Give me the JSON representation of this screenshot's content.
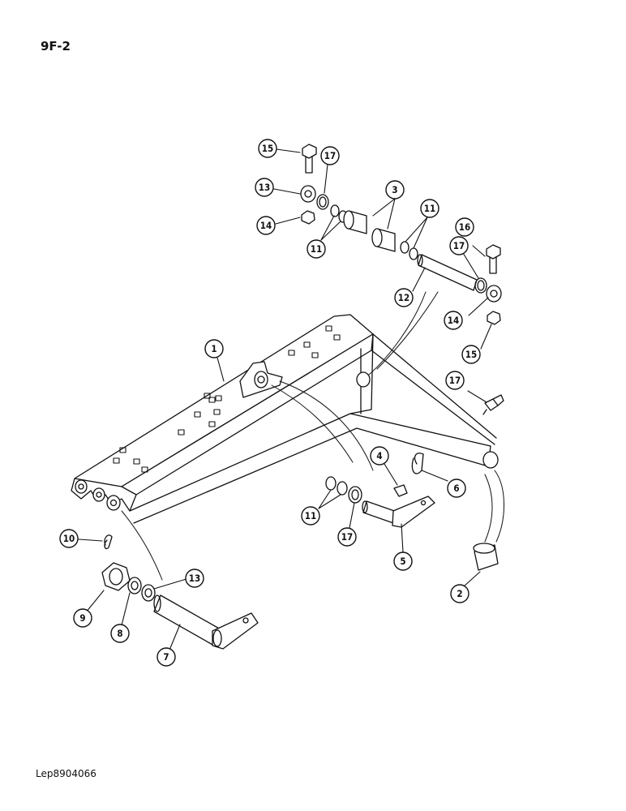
{
  "header": {
    "page_code": "9F-2"
  },
  "footer": {
    "reference_code": "Lep8904066"
  },
  "callouts": [
    {
      "id": "c1",
      "label": "1"
    },
    {
      "id": "c2",
      "label": "2"
    },
    {
      "id": "c3",
      "label": "3"
    },
    {
      "id": "c4",
      "label": "4"
    },
    {
      "id": "c5",
      "label": "5"
    },
    {
      "id": "c6",
      "label": "6"
    },
    {
      "id": "c7",
      "label": "7"
    },
    {
      "id": "c8",
      "label": "8"
    },
    {
      "id": "c9",
      "label": "9"
    },
    {
      "id": "c10",
      "label": "10"
    },
    {
      "id": "c11a",
      "label": "11"
    },
    {
      "id": "c11b",
      "label": "11"
    },
    {
      "id": "c11c",
      "label": "11"
    },
    {
      "id": "c12",
      "label": "12"
    },
    {
      "id": "c13a",
      "label": "13"
    },
    {
      "id": "c13b",
      "label": "13"
    },
    {
      "id": "c14a",
      "label": "14"
    },
    {
      "id": "c14b",
      "label": "14"
    },
    {
      "id": "c15a",
      "label": "15"
    },
    {
      "id": "c15b",
      "label": "15"
    },
    {
      "id": "c16",
      "label": "16"
    },
    {
      "id": "c17a",
      "label": "17"
    },
    {
      "id": "c17b",
      "label": "17"
    },
    {
      "id": "c17c",
      "label": "17"
    },
    {
      "id": "c17d",
      "label": "17"
    }
  ],
  "colors": {
    "line": "#111111",
    "background": "#ffffff"
  }
}
